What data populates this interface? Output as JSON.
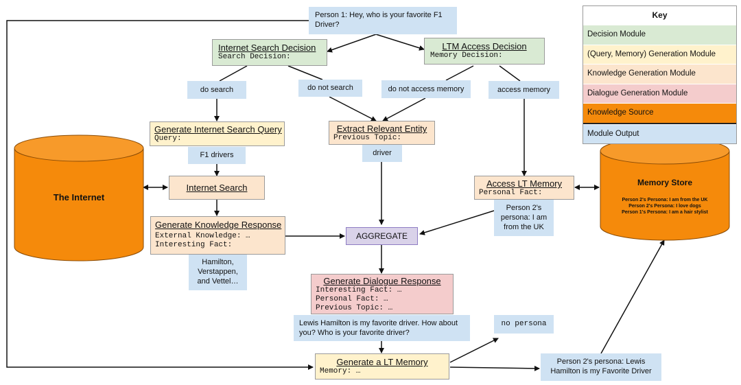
{
  "input": {
    "text": "Person 1: Hey, who is your favorite F1 Driver?"
  },
  "internet_search_decision": {
    "title": "Internet Search Decision",
    "field": "Search Decision:"
  },
  "ltm_access_decision": {
    "title": "LTM Access Decision",
    "field": "Memory Decision:"
  },
  "outputs": {
    "do_search": "do search",
    "do_not_search": "do not search",
    "do_not_access_memory": "do not access memory",
    "access_memory": "access memory",
    "f1_drivers": "F1 drivers",
    "driver": "driver",
    "persona": "Person 2's persona: I am from the UK",
    "knowledge": "Hamilton, Verstappen, and Vettel…",
    "dialogue": "Lewis Hamilton is my favorite driver. How about you? Who is your favorite driver?",
    "no_persona": "no persona",
    "new_memory": "Person 2's persona: Lewis Hamilton is my Favorite Driver"
  },
  "generate_search_query": {
    "title": "Generate Internet Search Query",
    "field": "Query:"
  },
  "extract_entity": {
    "title": "Extract Relevant Entity",
    "field": "Previous Topic:"
  },
  "access_lt_memory": {
    "title": "Access LT Memory",
    "field": "Personal Fact:"
  },
  "internet_search": {
    "title": "Internet Search"
  },
  "generate_knowledge": {
    "title": "Generate Knowledge Response",
    "field1": "External Knowledge: …",
    "field2": "Interesting Fact:"
  },
  "aggregate": {
    "label": "AGGREGATE"
  },
  "generate_dialogue": {
    "title": "Generate Dialogue Response",
    "field1": "Interesting Fact: …",
    "field2": "Personal Fact: …",
    "field3": "Previous Topic: …"
  },
  "generate_lt_memory": {
    "title": "Generate a LT Memory",
    "field": "Memory: …"
  },
  "the_internet": {
    "label": "The Internet"
  },
  "memory_store": {
    "label": "Memory Store",
    "entries": [
      "Person 2's Persona: I am from the UK",
      "Person 2's Persona: I love dogs",
      "Person 1's Persona: I am a hair stylist"
    ]
  },
  "key": {
    "title": "Key",
    "items": [
      {
        "label": "Decision Module",
        "color": "#d9ead3"
      },
      {
        "label": "(Query, Memory) Generation Module",
        "color": "#fff2cc"
      },
      {
        "label": "Knowledge Generation Module",
        "color": "#fce5cd"
      },
      {
        "label": "Dialogue Generation Module",
        "color": "#f4cccc"
      },
      {
        "label": "Knowledge Source",
        "color": "#f58a0b"
      },
      {
        "label": "Module Output",
        "color": "#cfe2f3"
      }
    ]
  }
}
